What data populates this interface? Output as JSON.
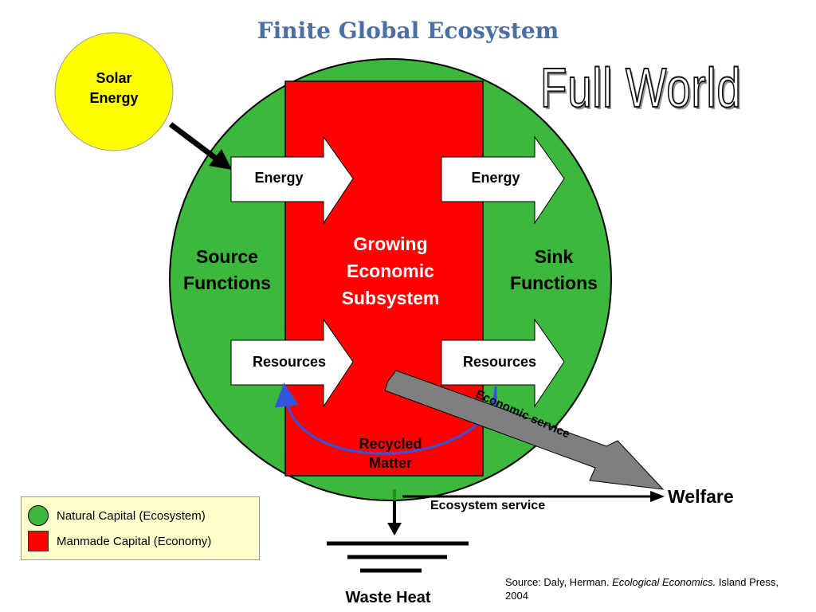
{
  "title": "Finite Global Ecosystem",
  "subtitle": "Full World",
  "sun": {
    "line1": "Solar",
    "line2": "Energy"
  },
  "economy": {
    "line1": "Growing",
    "line2": "Economic",
    "line3": "Subsystem"
  },
  "source_functions": {
    "line1": "Source",
    "line2": "Functions"
  },
  "sink_functions": {
    "line1": "Sink",
    "line2": "Functions"
  },
  "arrows": {
    "energy_in": "Energy",
    "energy_out": "Energy",
    "resources_in": "Resources",
    "resources_out": "Resources"
  },
  "recycled": {
    "line1": "Recycled",
    "line2": "Matter"
  },
  "economic_service": "Economic service",
  "ecosystem_service": "Ecosystem service",
  "welfare": "Welfare",
  "waste_heat": "Waste Heat",
  "legend": {
    "natural": "Natural Capital (Ecosystem)",
    "manmade": "Manmade Capital (Economy)"
  },
  "source_citation": {
    "prefix": "Source:  Daly, Herman. ",
    "work": "Ecological Economics.",
    "suffix": "  Island Press,",
    "year": "2004"
  },
  "colors": {
    "ecosystem_green": "#3cb83c",
    "economy_red": "#ff0000",
    "sun_yellow": "#ffff00",
    "title_blue": "#4a6fa5",
    "recycle_blue": "#3355dd",
    "service_gray": "#7f7f7f",
    "legend_bg": "#ffffcc"
  }
}
